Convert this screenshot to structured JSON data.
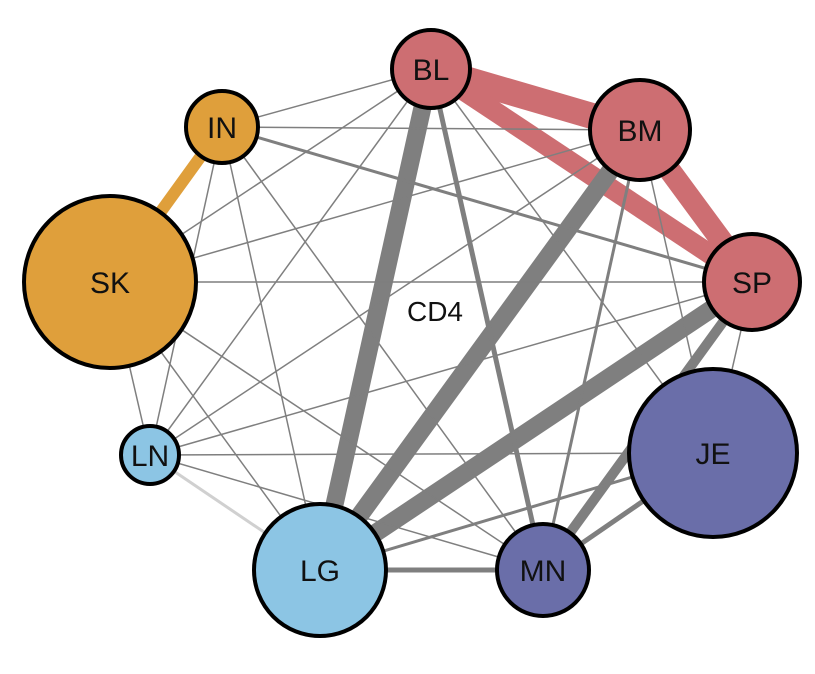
{
  "title": "CD4",
  "colors": {
    "skin_group": "#DF9F3B",
    "red_group": "#CD6E72",
    "lung_group": "#8CC5E4",
    "purple_group": "#6A6EA9",
    "edge": "#7F7F7F",
    "edge_light": "#D0D0D0",
    "outline": "#000000"
  },
  "nodes": [
    {
      "id": "BL",
      "label": "BL",
      "group": "red"
    },
    {
      "id": "BM",
      "label": "BM",
      "group": "red"
    },
    {
      "id": "SP",
      "label": "SP",
      "group": "red"
    },
    {
      "id": "IN",
      "label": "IN",
      "group": "skin"
    },
    {
      "id": "SK",
      "label": "SK",
      "group": "skin"
    },
    {
      "id": "LN",
      "label": "LN",
      "group": "lung"
    },
    {
      "id": "LG",
      "label": "LG",
      "group": "lung"
    },
    {
      "id": "MN",
      "label": "MN",
      "group": "purple"
    },
    {
      "id": "JE",
      "label": "JE",
      "group": "purple"
    }
  ],
  "edges": [
    {
      "from": "BL",
      "to": "BM",
      "weight": 5,
      "color": "red"
    },
    {
      "from": "BL",
      "to": "SP",
      "weight": 4,
      "color": "red"
    },
    {
      "from": "BM",
      "to": "SP",
      "weight": 4,
      "color": "red"
    },
    {
      "from": "IN",
      "to": "SK",
      "weight": 3,
      "color": "skin"
    },
    {
      "from": "BL",
      "to": "LG",
      "weight": 5
    },
    {
      "from": "BM",
      "to": "LG",
      "weight": 5
    },
    {
      "from": "SP",
      "to": "LG",
      "weight": 5
    },
    {
      "from": "SP",
      "to": "MN",
      "weight": 3
    },
    {
      "from": "BL",
      "to": "MN",
      "weight": 2
    },
    {
      "from": "LG",
      "to": "MN",
      "weight": 2
    },
    {
      "from": "JE",
      "to": "MN",
      "weight": 2
    },
    {
      "from": "JE",
      "to": "LG",
      "weight": 1.5
    },
    {
      "from": "BM",
      "to": "MN",
      "weight": 1.5
    },
    {
      "from": "IN",
      "to": "SP",
      "weight": 1.5
    },
    {
      "from": "SK",
      "to": "SP",
      "weight": 1
    },
    {
      "from": "SK",
      "to": "BM",
      "weight": 1
    },
    {
      "from": "SK",
      "to": "BL",
      "weight": 1
    },
    {
      "from": "SK",
      "to": "LG",
      "weight": 1
    },
    {
      "from": "SK",
      "to": "LN",
      "weight": 1
    },
    {
      "from": "SK",
      "to": "MN",
      "weight": 1
    },
    {
      "from": "IN",
      "to": "BL",
      "weight": 1
    },
    {
      "from": "IN",
      "to": "BM",
      "weight": 1
    },
    {
      "from": "IN",
      "to": "LG",
      "weight": 1
    },
    {
      "from": "IN",
      "to": "LN",
      "weight": 1
    },
    {
      "from": "IN",
      "to": "MN",
      "weight": 1
    },
    {
      "from": "LN",
      "to": "BL",
      "weight": 1
    },
    {
      "from": "LN",
      "to": "BM",
      "weight": 1
    },
    {
      "from": "LN",
      "to": "SP",
      "weight": 1
    },
    {
      "from": "LN",
      "to": "MN",
      "weight": 1
    },
    {
      "from": "LN",
      "to": "JE",
      "weight": 1
    },
    {
      "from": "LN",
      "to": "LG",
      "weight": 1,
      "color": "light"
    },
    {
      "from": "BL",
      "to": "JE",
      "weight": 1
    },
    {
      "from": "BM",
      "to": "JE",
      "weight": 1
    },
    {
      "from": "SP",
      "to": "JE",
      "weight": 1
    }
  ]
}
